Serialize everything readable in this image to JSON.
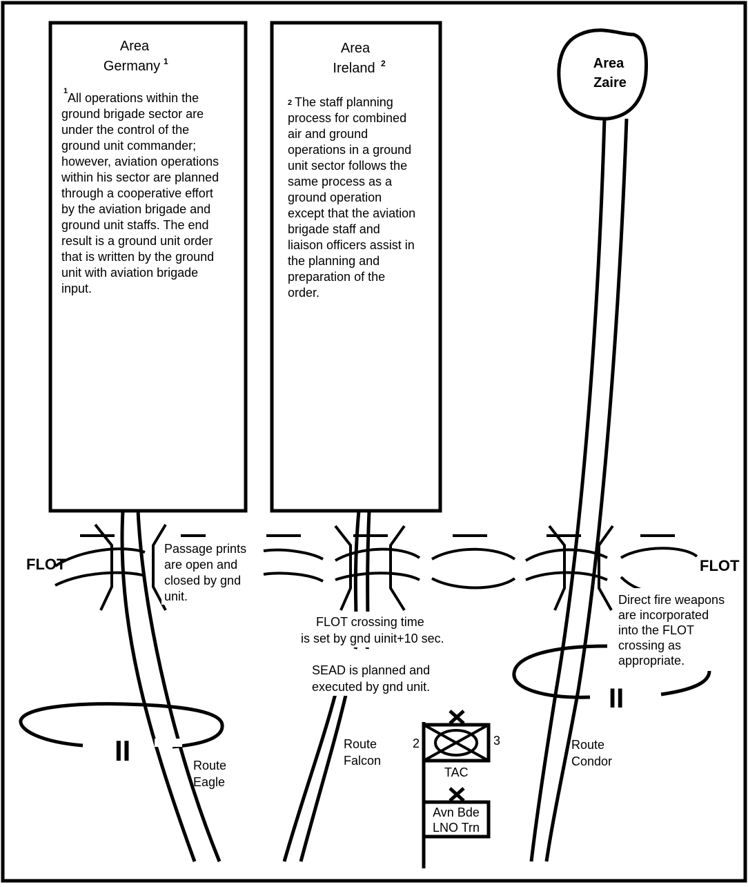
{
  "areas": {
    "germany": {
      "title_line1": "Area",
      "title_line2": "Germany",
      "footnote_mark": "1",
      "note_mark": "1",
      "note_lines": [
        "All operations within the",
        "ground brigade sector are",
        "under the control of the",
        "ground unit commander;",
        "however, aviation operations",
        "within his sector are planned",
        "through a cooperative effort",
        "by the aviation brigade and",
        "ground unit staffs. The end",
        "result is a ground unit order",
        "that is written by the ground",
        "unit with aviation brigade",
        "input."
      ]
    },
    "ireland": {
      "title_line1": "Area",
      "title_line2": "Ireland",
      "footnote_mark": "2",
      "note_mark": "2",
      "note_lines": [
        "The staff planning",
        "process for combined",
        "air and ground",
        "operations in a ground",
        "unit sector follows the",
        "same process as a",
        "ground operation",
        "except that the aviation",
        "brigade staff and",
        "liaison officers assist in",
        "the planning and",
        "preparation of the",
        "order."
      ]
    },
    "zaire": {
      "title_line1": "Area",
      "title_line2": "Zaire"
    }
  },
  "flot": {
    "left_label": "FLOT",
    "right_label": "FLOT"
  },
  "notes": {
    "passage_points": [
      "Passage prints",
      "are open and",
      "closed by gnd",
      "unit."
    ],
    "crossing_time": [
      "FLOT crossing time",
      "is set by gnd uinit+10 sec."
    ],
    "sead": [
      "SEAD is planned and",
      "executed by gnd unit."
    ],
    "direct_fire": [
      "Direct fire weapons",
      "are incorporated",
      "into the FLOT",
      "crossing as",
      "appropriate."
    ]
  },
  "routes": {
    "eagle": [
      "Route",
      "Eagle"
    ],
    "falcon": [
      "Route",
      "Falcon"
    ],
    "condor": [
      "Route",
      "Condor"
    ]
  },
  "unit_symbols": {
    "battalion_left": "II",
    "battalion_right": "II",
    "tac_label": "TAC",
    "tac_left_number": "2",
    "tac_right_number": "3",
    "lno_lines": [
      "Avn Bde",
      "LNO Trn"
    ]
  }
}
